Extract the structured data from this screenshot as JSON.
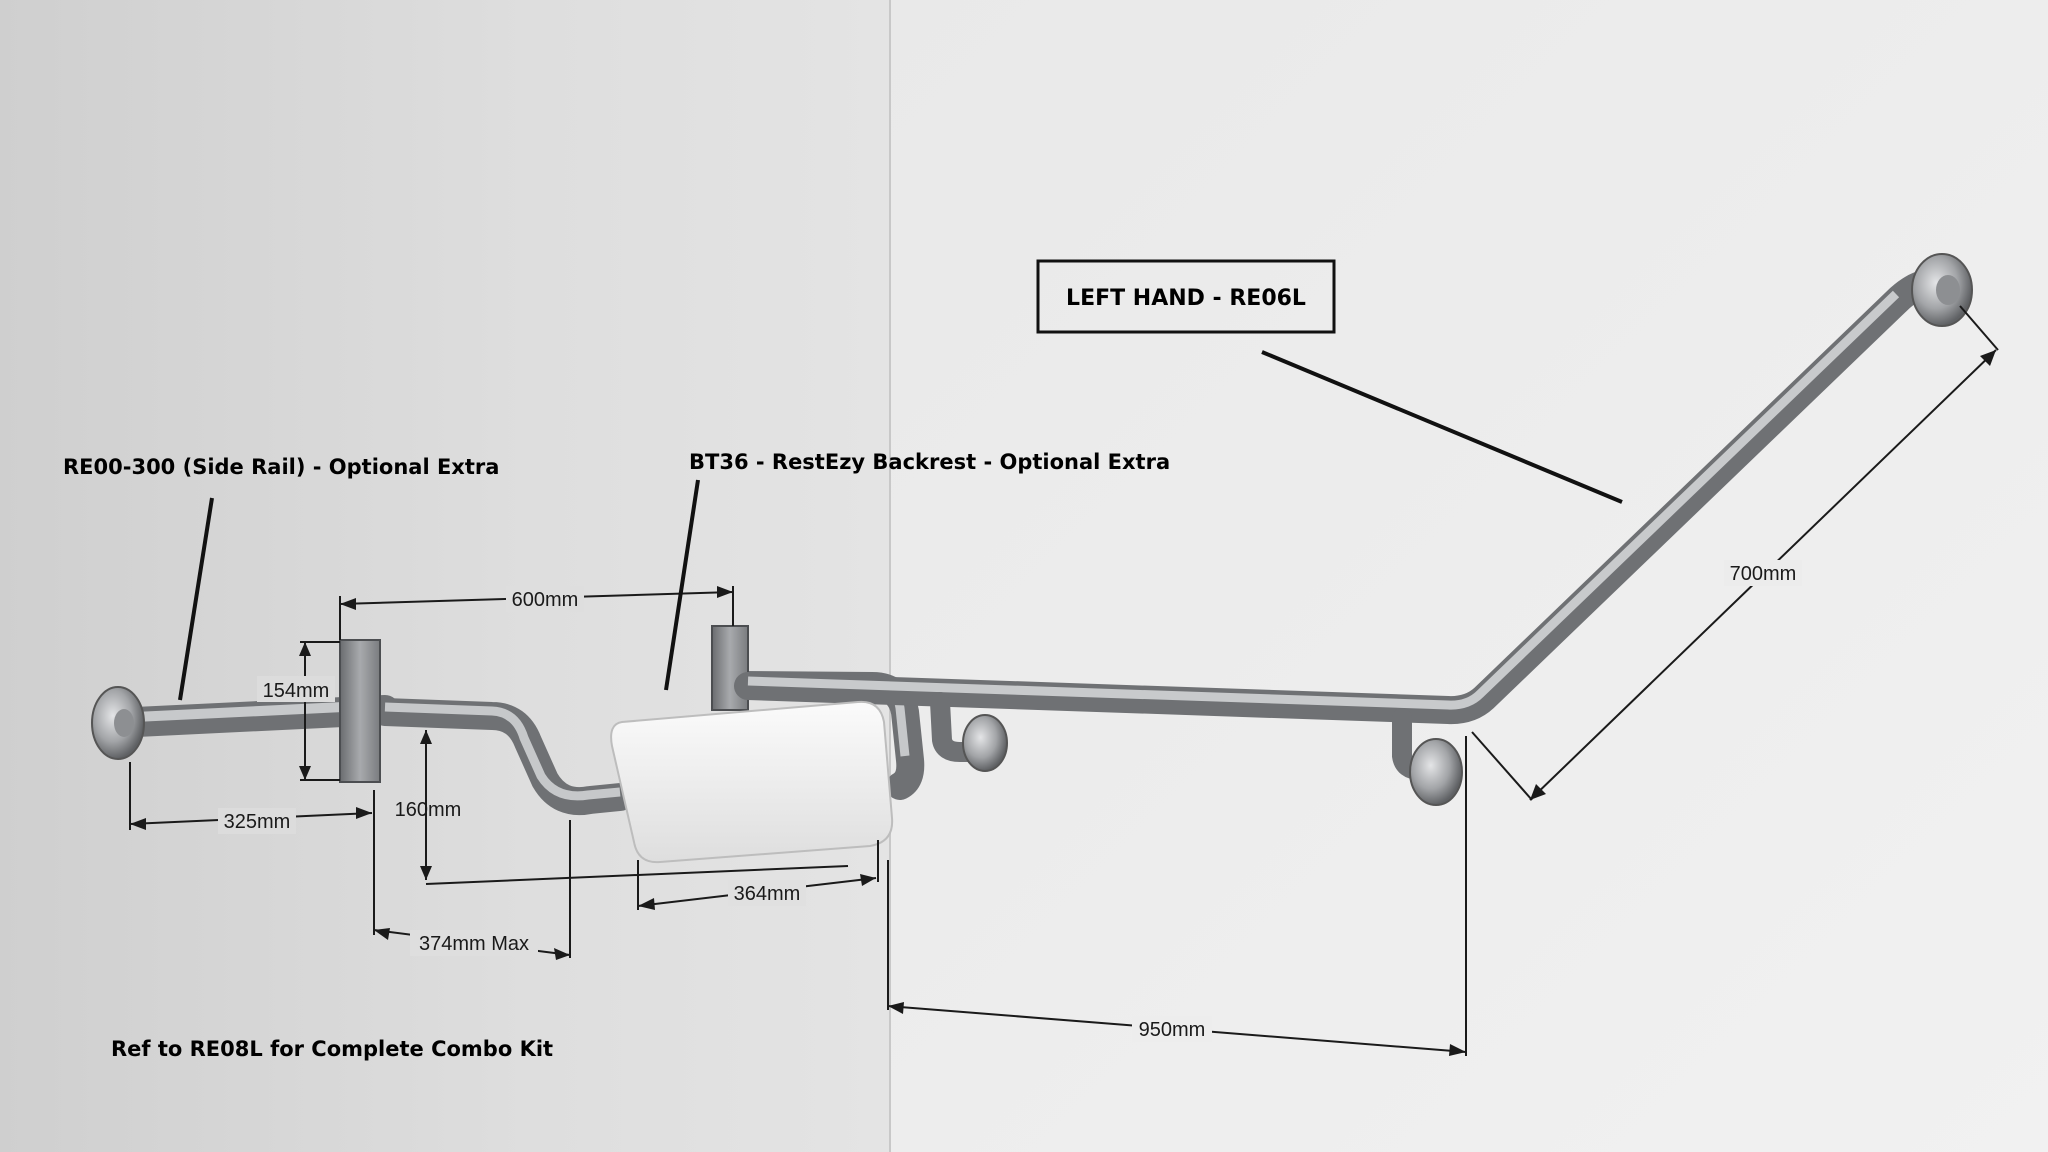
{
  "product_label": "LEFT HAND - RE06L",
  "callouts": {
    "side_rail": "RE00-300 (Side Rail) - Optional Extra",
    "backrest": "BT36 - RestEzy Backrest - Optional Extra"
  },
  "footer_note": "Ref to RE08L for Complete Combo Kit",
  "dimensions": {
    "d600": "600mm",
    "d154": "154mm",
    "d325": "325mm",
    "d160": "160mm",
    "d374": "374mm Max",
    "d364": "364mm",
    "d950": "950mm",
    "d700": "700mm"
  },
  "colors": {
    "wall_left": "#dcdcdc",
    "wall_right": "#ececec",
    "steel": "#a9abae",
    "backrest": "#f1f1f1"
  }
}
